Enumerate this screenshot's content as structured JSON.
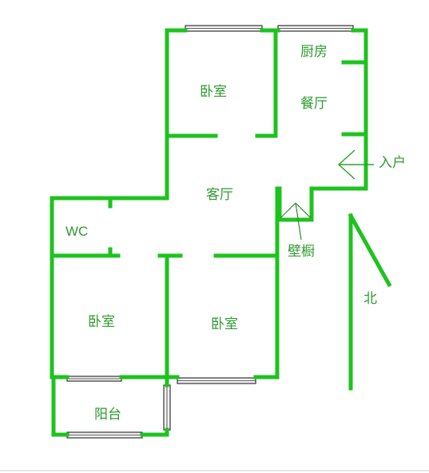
{
  "colors": {
    "wall": "#1dc31d",
    "label": "#2f9a2f",
    "window_frame": "#333333",
    "window_glass": "#f2f2f2",
    "arrow": "#2ea02e",
    "closet_mark": "#2f8a2f"
  },
  "rooms": {
    "bedroom_top": "卧室",
    "kitchen": "厨房",
    "dining": "餐厅",
    "living": "客厅",
    "wc": "WC",
    "closet": "壁橱",
    "bedroom_left": "卧室",
    "bedroom_middle": "卧室",
    "balcony": "阳台"
  },
  "entrance_label": "入户",
  "north_label": "北",
  "watermark": "..."
}
